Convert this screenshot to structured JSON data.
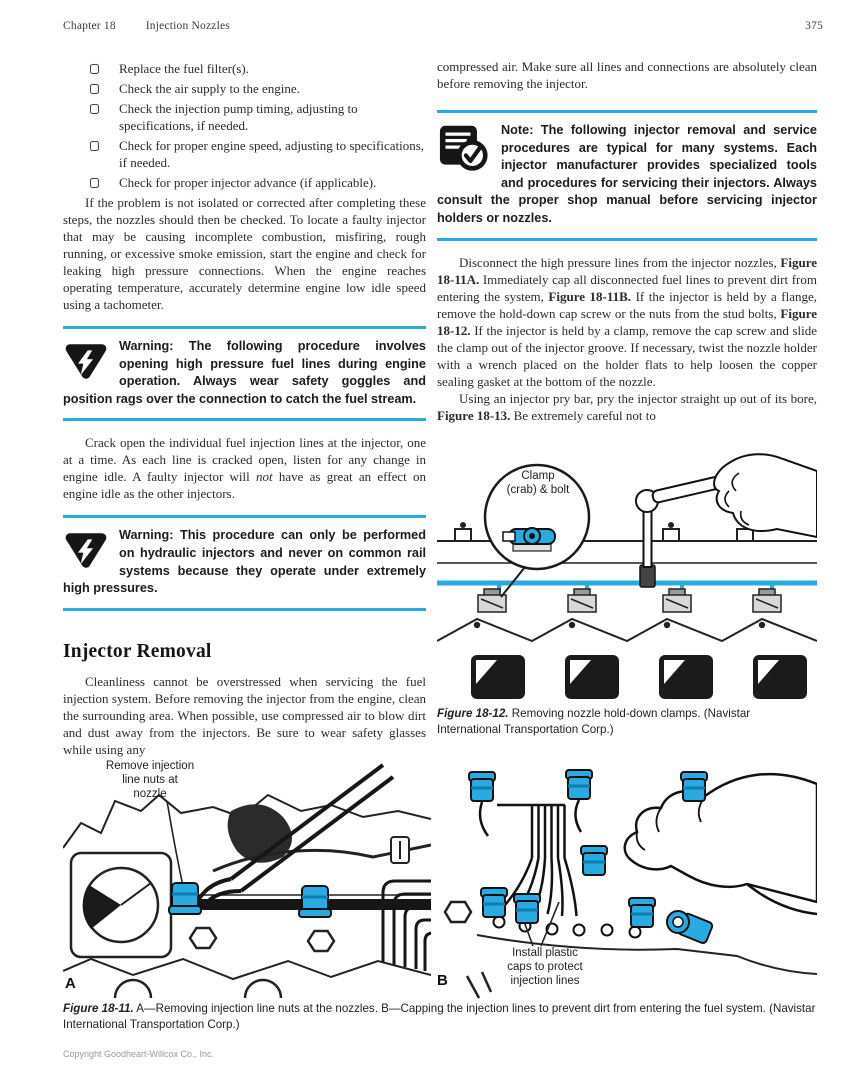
{
  "colors": {
    "accent_blue": "#29ABE2",
    "highlight_blue": "#29ABE2",
    "ink": "#1c1c1c"
  },
  "icons": {
    "warning": "lightning-bolt-triangle-icon",
    "note": "notepad-checkmark-icon",
    "checkbox": "checkbox-outline"
  },
  "header": {
    "chapter": "Chapter 18",
    "title": "Injection Nozzles",
    "page_number": "375"
  },
  "left_column": {
    "checklist": [
      "Replace the fuel filter(s).",
      "Check the air supply to the engine.",
      "Check the injection pump timing, adjusting to specifications, if needed.",
      "Check for proper engine speed, adjusting to specifications, if needed.",
      "Check for proper injector advance (if applicable)."
    ],
    "para_intro": "If the problem is not isolated or corrected after completing these steps, the nozzles should then be checked. To locate a faulty injector that may be causing incomplete combustion, misfiring, rough running, or excessive smoke emission, start the engine and check for leaking high pressure connections. When the engine reaches operating temperature, accurately determine engine low idle speed using a tachometer.",
    "warning1": "Warning: The following procedure involves opening high pressure fuel lines during engine operation. Always wear safety goggles and position rags over the connection to catch the fuel stream.",
    "para_crack": [
      {
        "text": "Crack open the individual fuel injection lines at the injector, one at a time. As each line is cracked open, listen for any change in engine idle. A faulty injector will "
      },
      {
        "text": "not",
        "style": "i"
      },
      {
        "text": " have as great an effect on engine idle as the other injectors."
      }
    ],
    "warning2": "Warning: This procedure can only be performed on hydraulic injectors and never on common rail systems because they operate under extremely high pressures.",
    "section_heading": "Injector Removal",
    "para_clean": "Cleanliness cannot be overstressed when servicing the fuel injection system. Before removing the injector from the engine, clean the surrounding area. When possible, use compressed air to blow dirt and dust away from the injectors. Be sure to wear safety glasses while using any"
  },
  "right_column": {
    "para_compressed": "compressed air. Make sure all lines and connections are absolutely clean before removing the injector.",
    "note": "Note: The following injector removal and service procedures are typical for many systems. Each injector manufacturer provides specialized tools and procedures for servicing their injectors. Always consult the proper shop manual before servicing injector holders or nozzles.",
    "para_disconnect": [
      {
        "text": "Disconnect the high pressure lines from the injector nozzles, "
      },
      {
        "text": "Figure 18-11A.",
        "style": "b"
      },
      {
        "text": " Immediately cap all disconnected fuel lines to prevent dirt from entering the system, "
      },
      {
        "text": "Figure 18-11B.",
        "style": "b"
      },
      {
        "text": " If the injector is held by a flange, remove the hold-down cap screw or the nuts from the stud bolts, "
      },
      {
        "text": "Figure 18-12.",
        "style": "b"
      },
      {
        "text": " If the injector is held by a clamp, remove the cap screw and slide the clamp out of the injector groove. If necessary, twist the nozzle holder with a wrench placed on the holder flats to help loosen the copper sealing gasket at the bottom of the nozzle."
      }
    ],
    "para_pry": [
      {
        "text": "Using an injector pry bar, pry the injector straight up out of its bore, "
      },
      {
        "text": "Figure 18-13.",
        "style": "b"
      },
      {
        "text": " Be extremely careful not to"
      }
    ],
    "figure12": {
      "callout": "Clamp\n(crab) & bolt",
      "caption": [
        {
          "text": "Figure 18-12.",
          "style": "bi"
        },
        {
          "text": " Removing nozzle hold-down clamps. (Navistar International Transportation Corp.)"
        }
      ]
    }
  },
  "figure11": {
    "label_a": "A",
    "label_b": "B",
    "callout_a": "Remove injection\nline nuts at\nnozzle",
    "callout_b": "Install plastic\ncaps to protect\ninjection lines",
    "caption": [
      {
        "text": "Figure 18-11.",
        "style": "bi"
      },
      {
        "text": " A—Removing injection line nuts at the nozzles. B—Capping the injection lines to prevent dirt from entering the fuel system. (Navistar International Transportation Corp.)"
      }
    ]
  },
  "footer": {
    "copyright": "Copyright Goodheart-Willcox Co., Inc."
  }
}
